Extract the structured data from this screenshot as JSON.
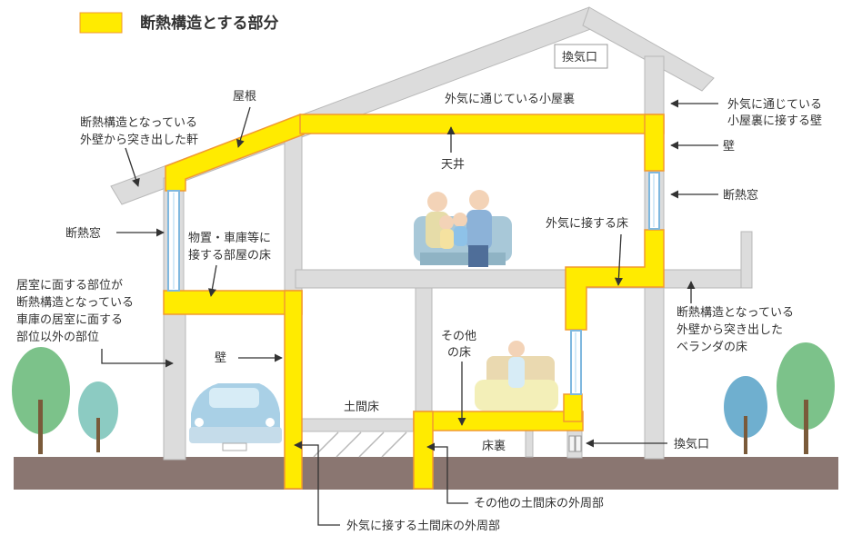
{
  "legend": {
    "label": "断熱構造とする部分",
    "swatch_color": "#FFEB00"
  },
  "colors": {
    "insulation": "#FFEB00",
    "insulation_edge": "#F29A30",
    "structure": "#DCDCDC",
    "structure_edge": "#B8B8B8",
    "ground": "#8A7671",
    "text": "#333333",
    "tree_trunk": "#7A5A3A"
  },
  "labels": {
    "vent_top": "換気口",
    "roof": "屋根",
    "attic_open": "外気に通じている小屋裏",
    "eave": [
      "断熱構造となっている",
      "外壁から突き出した軒"
    ],
    "attic_wall": [
      "外気に通じている",
      "小屋裏に接する壁"
    ],
    "wall_right": "壁",
    "ceiling": "天井",
    "window_left": "断熱窓",
    "window_right": "断熱窓",
    "storage_floor": [
      "物置・車庫等に",
      "接する部屋の床"
    ],
    "outside_floor": "外気に接する床",
    "garage_part": [
      "居室に面する部位が",
      "断熱構造となっている",
      "車庫の居室に面する",
      "部位以外の部位"
    ],
    "veranda": [
      "断熱構造となっている",
      "外壁から突き出した",
      "ベランダの床"
    ],
    "wall_garage": "壁",
    "other_floor": [
      "その他",
      "の床"
    ],
    "earth_floor": "土間床",
    "underfloor": "床裏",
    "vent_bottom": "換気口",
    "other_earth_perimeter": "その他の土間床の外周部",
    "outside_earth_perimeter": "外気に接する土間床の外周部"
  },
  "icons": [
    "family-icon",
    "car-icon",
    "person-in-bed-icon",
    "tree-icon",
    "arrow-icon"
  ]
}
